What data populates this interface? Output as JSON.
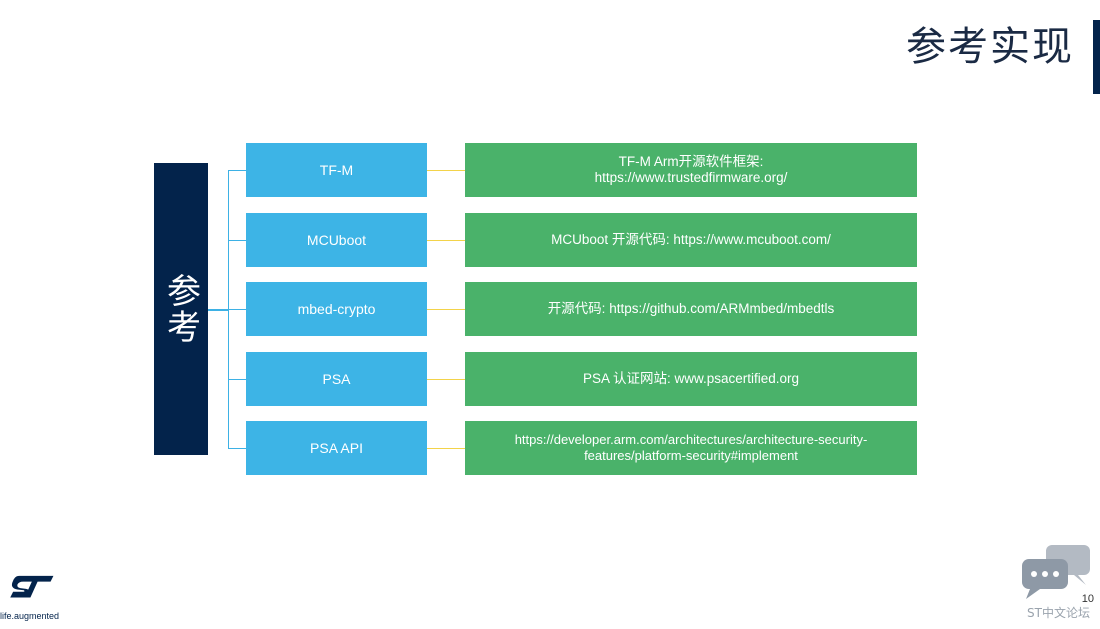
{
  "slide": {
    "title": "参考实现",
    "side_label": "参考",
    "page_number": "10",
    "footer_tagline": "life.augmented",
    "forum_label": "ST中文论坛"
  },
  "rows": [
    {
      "name": "TF-M",
      "desc": "TF-M Arm开源软件框架:\nhttps://www.trustedfirmware.org/"
    },
    {
      "name": "MCUboot",
      "desc": "MCUboot 开源代码: https://www.mcuboot.com/"
    },
    {
      "name": "mbed-crypto",
      "desc": "开源代码: https://github.com/ARMmbed/mbedtls"
    },
    {
      "name": "PSA",
      "desc": "PSA 认证网站: www.psacertified.org"
    },
    {
      "name": "PSA API",
      "desc": "https://developer.arm.com/architectures/architecture-security-\nfeatures/platform-security#implement"
    }
  ],
  "colors": {
    "navy": "#03234b",
    "blue": "#3db4e6",
    "green": "#4ab26a",
    "connector_yellow": "#f3d34a"
  },
  "icons": {
    "logo": "st-logo",
    "forum": "chat-bubbles-icon"
  }
}
